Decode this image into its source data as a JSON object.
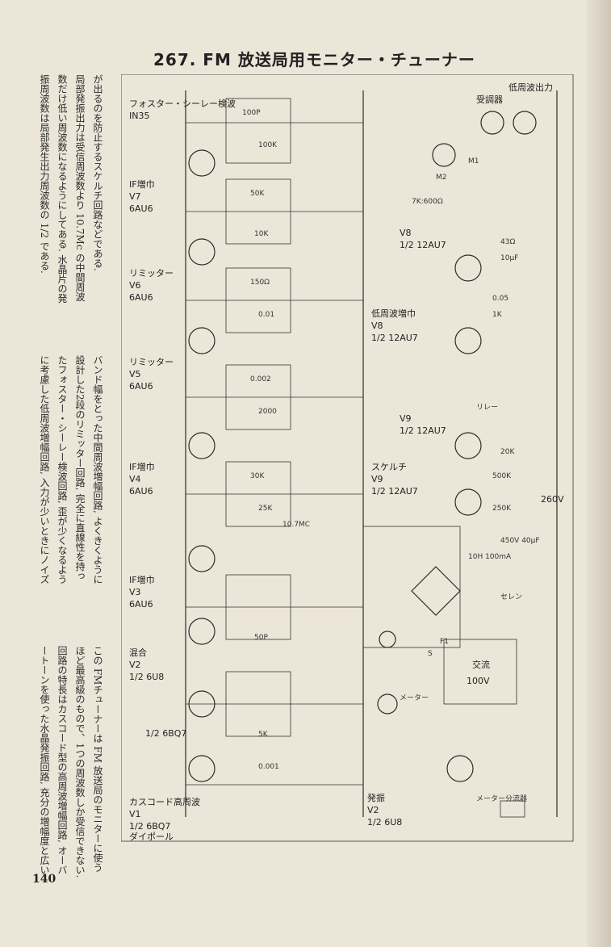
{
  "header": {
    "title": "267. FM 放送局用モニター・チューナー"
  },
  "page_number": "140",
  "text_left": [
    "この FMチューナーは FM 放送局のモニターに使う",
    "ほど最高級のもので、1つの周波数しか受信できない.",
    "回路の特長はカスコード型の高周波増幅回路, オーバ",
    "ートーンを使った水晶発振回路, 充分の増幅度と広い"
  ],
  "text_middle": [
    "バンド幅をとった中間周波増幅回路, よくきくように",
    "設計した2段のリミッター回路, 完全に直線性を持っ",
    "たフォスター・シーレー検波回路, 歪が少くなるよう",
    "に考慮した低周波増幅回路, 入力が少いときにノイズ"
  ],
  "text_right": [
    "が出るのを防止するスケルチ回路などである.",
    "局部発振出力は受信周波数より 10.7Mc の中間周波",
    "数だけ低い周波数になるようにしてある. 水晶片の発",
    "振周波数は局部発生出力周波数の 1/2 である."
  ],
  "stages": [
    {
      "name": "カスコード高周波",
      "tube_id": "V1",
      "tube": "1/2 6BQ7"
    },
    {
      "name": "",
      "tube_id": "",
      "tube": "1/2 6BQ7"
    },
    {
      "name": "混合",
      "tube_id": "V2",
      "tube": "1/2 6U8"
    },
    {
      "name": "IF増巾",
      "tube_id": "V3",
      "tube": "6AU6"
    },
    {
      "name": "IF増巾",
      "tube_id": "V4",
      "tube": "6AU6"
    },
    {
      "name": "リミッター",
      "tube_id": "V5",
      "tube": "6AU6"
    },
    {
      "name": "リミッター",
      "tube_id": "V6",
      "tube": "6AU6"
    },
    {
      "name": "IF増巾",
      "tube_id": "V7",
      "tube": "6AU6"
    },
    {
      "name": "フォスター・シーレー検波",
      "tube_id": "",
      "tube": "IN35"
    }
  ],
  "lower_stages": [
    {
      "name": "発振",
      "tube_id": "V2",
      "tube": "1/2 6U8"
    },
    {
      "name": "スケルチ",
      "tube_id": "V9",
      "tube": "1/2 12AU7"
    },
    {
      "name": "",
      "tube_id": "V9",
      "tube": "1/2 12AU7"
    },
    {
      "name": "低周波増巾",
      "tube_id": "V8",
      "tube": "1/2 12AU7"
    },
    {
      "name": "",
      "tube_id": "V8",
      "tube": "1/2 12AU7"
    }
  ],
  "labels": {
    "dipole": "ダイポール",
    "meter": "メーター",
    "meter_shunt": "メーター分流器",
    "relay": "リレー",
    "selen": "セレン",
    "ac_supply": "交流",
    "ac_voltage": "100V",
    "fuse": "F1",
    "switch": "S",
    "voltage_b": "260V",
    "monitor_out": "受調器",
    "low_freq_out": "低周波出力",
    "m1": "M1",
    "m2": "M2",
    "transformer": "7K:600Ω",
    "choke": "10H 100mA",
    "cap_450": "450V 40μF",
    "if_freq": "10.7MC"
  },
  "component_values": [
    "100P",
    "100K",
    "50K",
    "10K",
    "150Ω",
    "0.01",
    "0.002",
    "2000",
    "30K",
    "25K",
    "500K",
    "10μF",
    "1K",
    "20K",
    "250K",
    "5K",
    "43Ω",
    "0.05",
    "50P",
    "0.001"
  ]
}
